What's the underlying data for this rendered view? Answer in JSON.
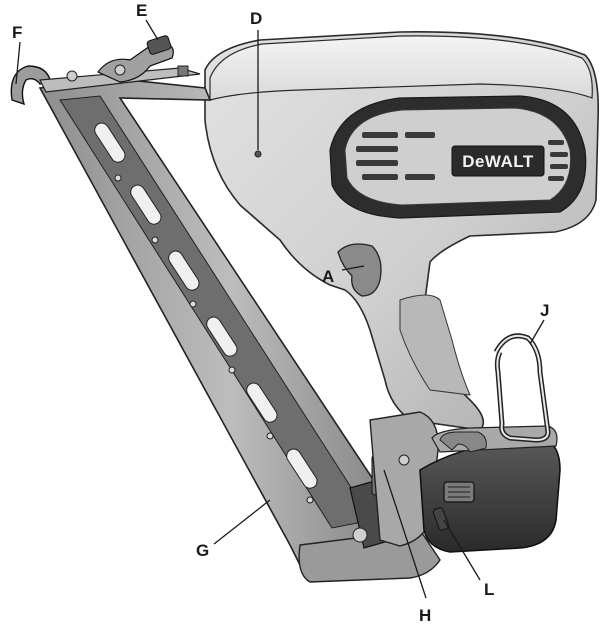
{
  "brand": "DeWALT",
  "callouts": {
    "A": "A",
    "D": "D",
    "E": "E",
    "F": "F",
    "G": "G",
    "H": "H",
    "J": "J",
    "L": "L"
  }
}
